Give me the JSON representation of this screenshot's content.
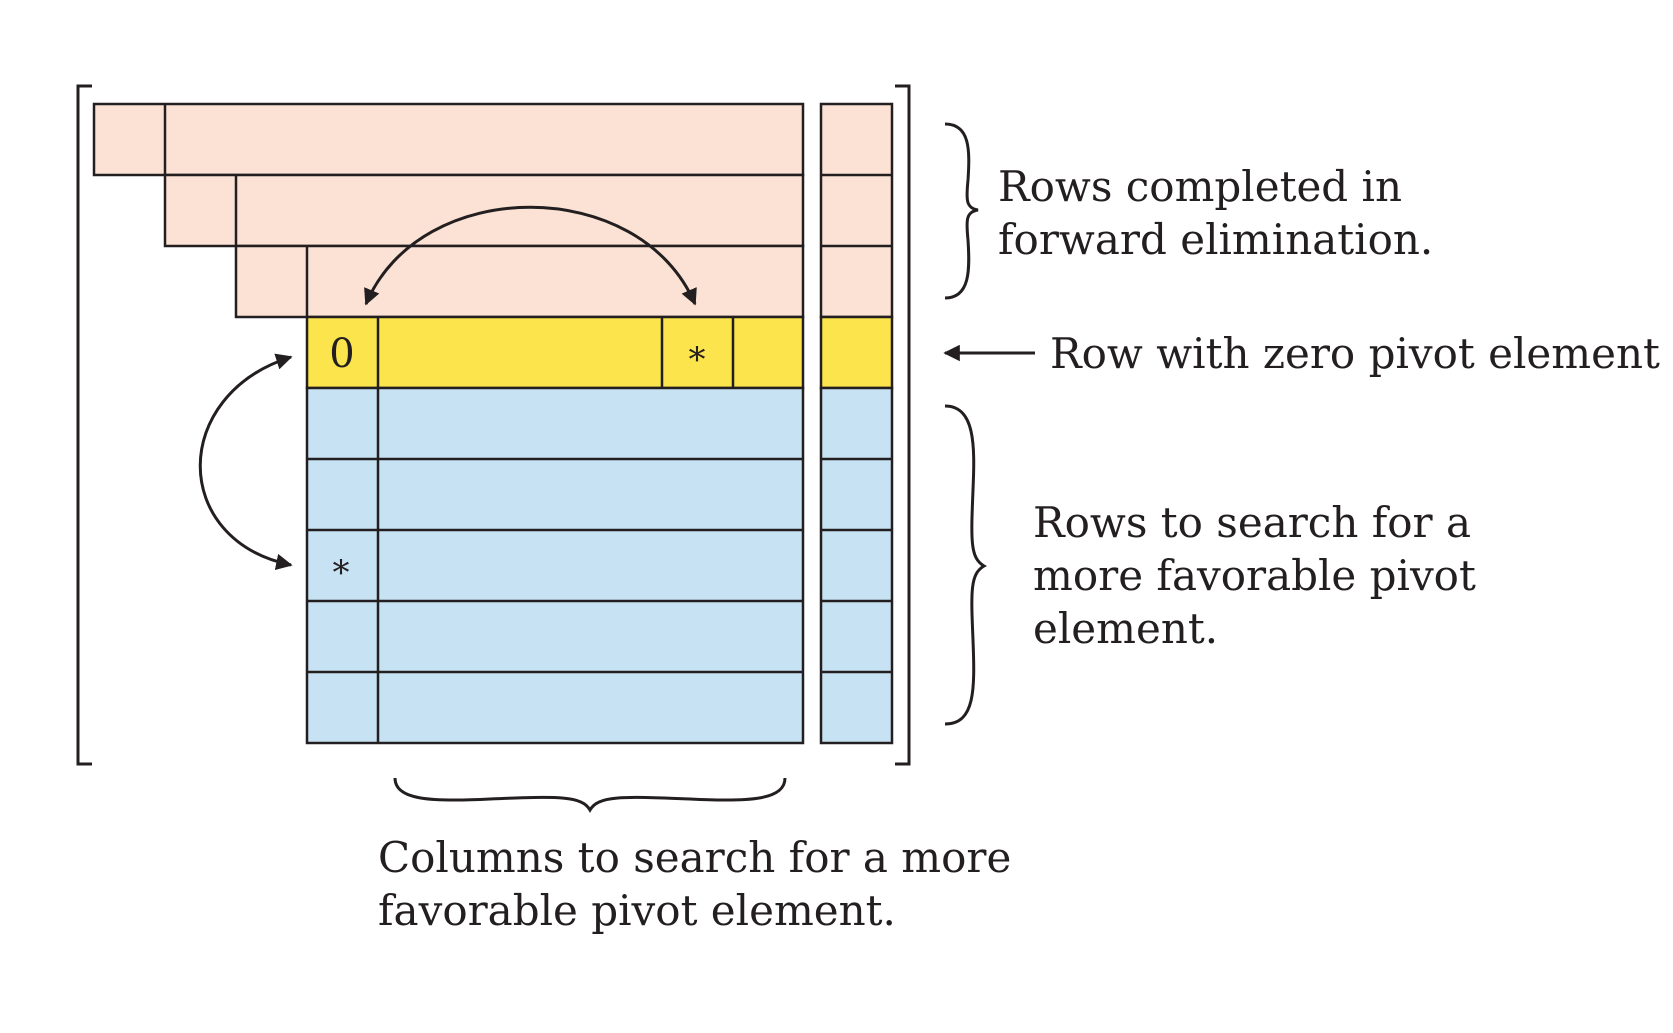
{
  "labels": {
    "rows_completed": [
      "Rows completed in",
      "forward elimination."
    ],
    "zero_pivot_row": "Row with zero pivot element",
    "rows_to_search": [
      "Rows to search for a",
      "more favorable pivot",
      "element."
    ],
    "columns_to_search": [
      "Columns to search for a more",
      "favorable pivot element."
    ]
  },
  "cells": {
    "zero_pivot": "0",
    "column_candidate": "*",
    "row_candidate": "*"
  },
  "colors": {
    "completed_rows": "#fbe2d4",
    "zero_pivot_row": "#fbe44c",
    "search_rows": "#c6e2f3",
    "lines": "#231f20"
  }
}
